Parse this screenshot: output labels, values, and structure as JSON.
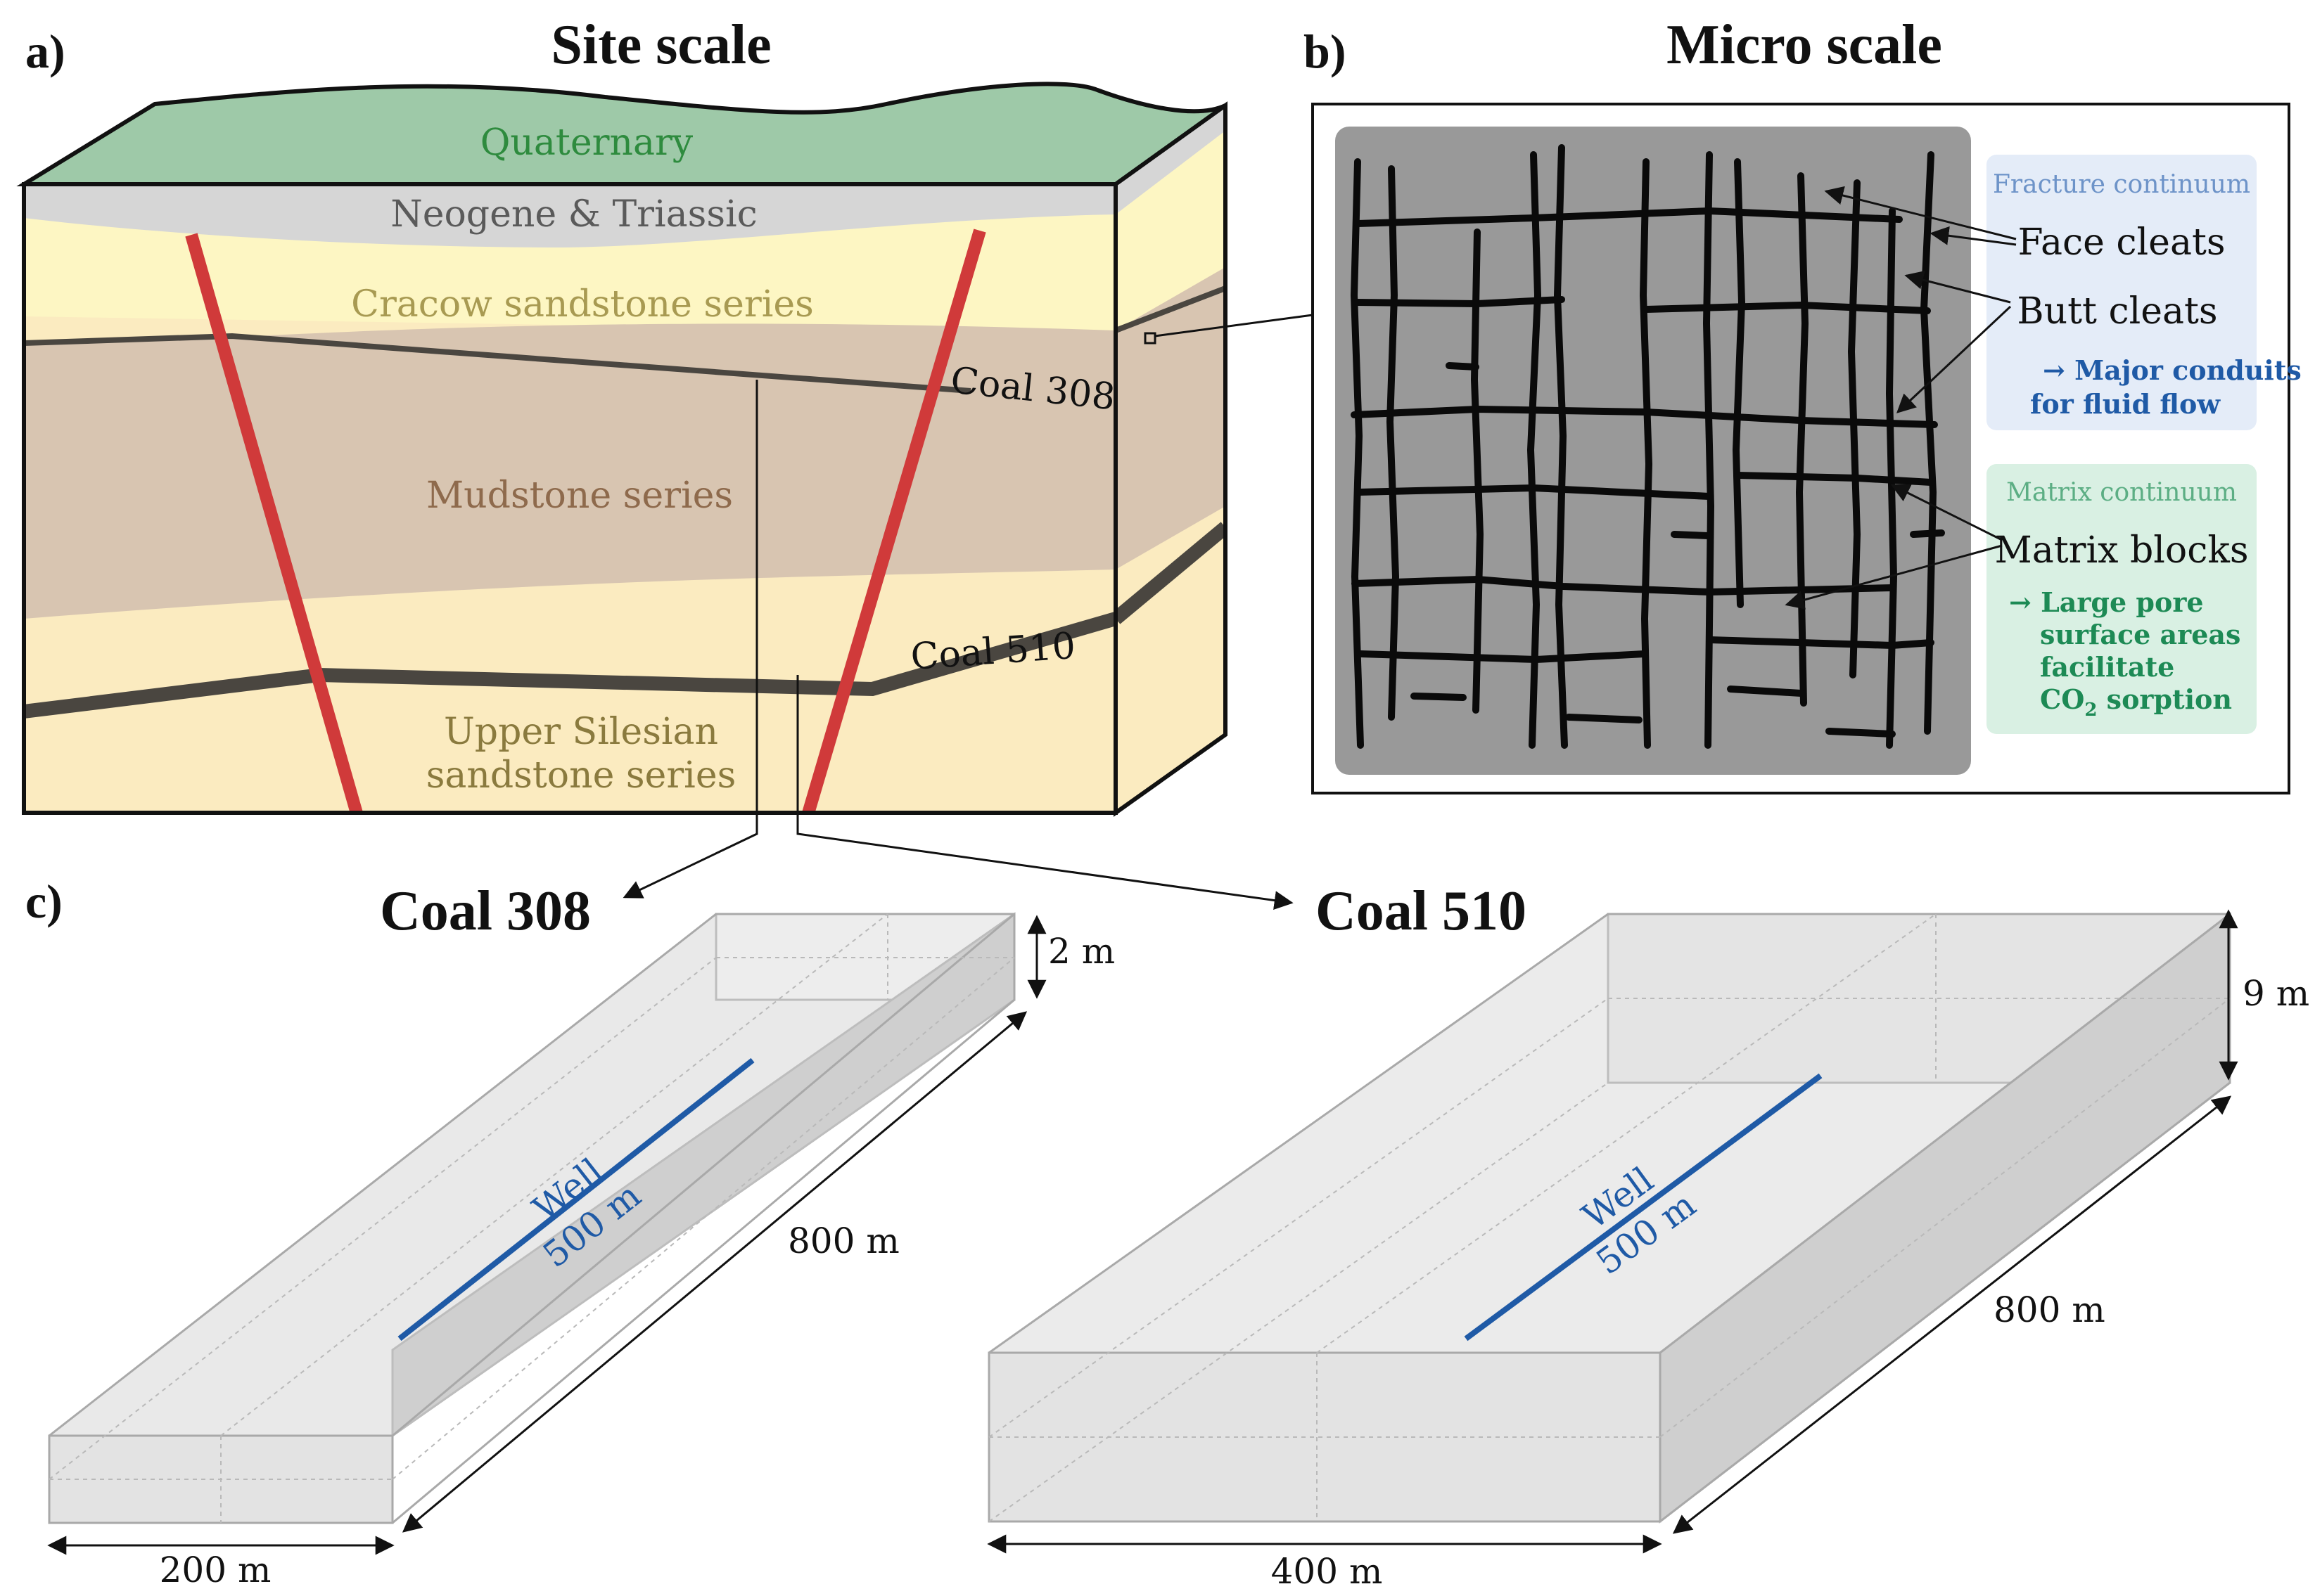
{
  "panels": {
    "a": {
      "letter": "a)",
      "title": "Site scale"
    },
    "b": {
      "letter": "b)",
      "title": "Micro scale"
    },
    "c": {
      "letter": "c)"
    }
  },
  "site_layers": {
    "quaternary": "Quaternary",
    "neogene": "Neogene & Triassic",
    "cracow": "Cracow sandstone series",
    "coal308": "Coal 308",
    "mudstone": "Mudstone series",
    "coal510": "Coal 510",
    "upper_silesian_1": "Upper Silesian",
    "upper_silesian_2": "sandstone series"
  },
  "micro": {
    "fracture_header": "Fracture continuum",
    "face_cleats": "Face cleats",
    "butt_cleats": "Butt cleats",
    "fracture_note_1": "→ Major conduits",
    "fracture_note_2": "for fluid flow",
    "matrix_header": "Matrix continuum",
    "matrix_blocks": "Matrix blocks",
    "matrix_note_1": "→ Large pore",
    "matrix_note_2": "surface areas",
    "matrix_note_3": "facilitate",
    "matrix_note_4_a": "CO",
    "matrix_note_4_sub": "2",
    "matrix_note_4_b": " sorption"
  },
  "models": {
    "coal308": {
      "title": "Coal 308",
      "height": "2 m",
      "length": "800 m",
      "width": "200 m",
      "well_1": "Well",
      "well_2": "500 m"
    },
    "coal510": {
      "title": "Coal 510",
      "height": "9 m",
      "length": "800 m",
      "width": "400 m",
      "well_1": "Well",
      "well_2": "500 m"
    }
  },
  "colors": {
    "quaternary": "#9ec9a8",
    "neogene": "#d6d6d6",
    "sandstone": "#fdf6c3",
    "mudstone": "#d8c5b1",
    "lower_sand": "#fbebc0",
    "fault": "#d03a3a",
    "coal": "#4a4640",
    "fracture_box": "#e4ecf8",
    "matrix_box": "#d9f0e3",
    "well": "#1f5aa6",
    "block": "#e8e8e8"
  }
}
